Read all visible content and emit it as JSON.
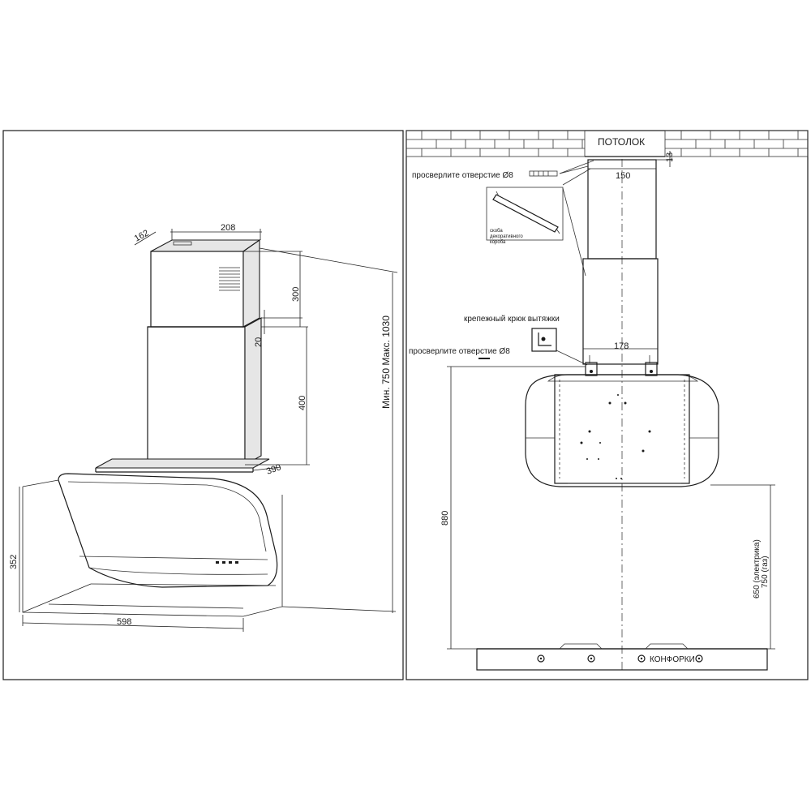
{
  "left_view": {
    "dims": {
      "width_top": "208",
      "depth_top": "162",
      "upper_chimney": "300",
      "overlap": "20",
      "lower_chimney": "400",
      "depth_bottom": "390",
      "hood_height": "352",
      "hood_width": "598",
      "total_height": "Мин. 750 Макс. 1030"
    }
  },
  "right_view": {
    "ceiling_label": "ПОТОЛОК",
    "drill_top": "просверлите отверстие Ø8",
    "bracket_label_1": "скоба",
    "bracket_label_2": "декоративного",
    "bracket_label_3": "короба",
    "hook_label": "крепежный крюк вытяжки",
    "drill_bottom": "просверлите отверстие Ø8",
    "dim_150": "150",
    "dim_13": "13",
    "dim_178": "178",
    "dim_880": "880",
    "dim_650": "650 (электрика)",
    "dim_750": "750 (газ)",
    "burners_label": "КОНФОРКИ"
  }
}
